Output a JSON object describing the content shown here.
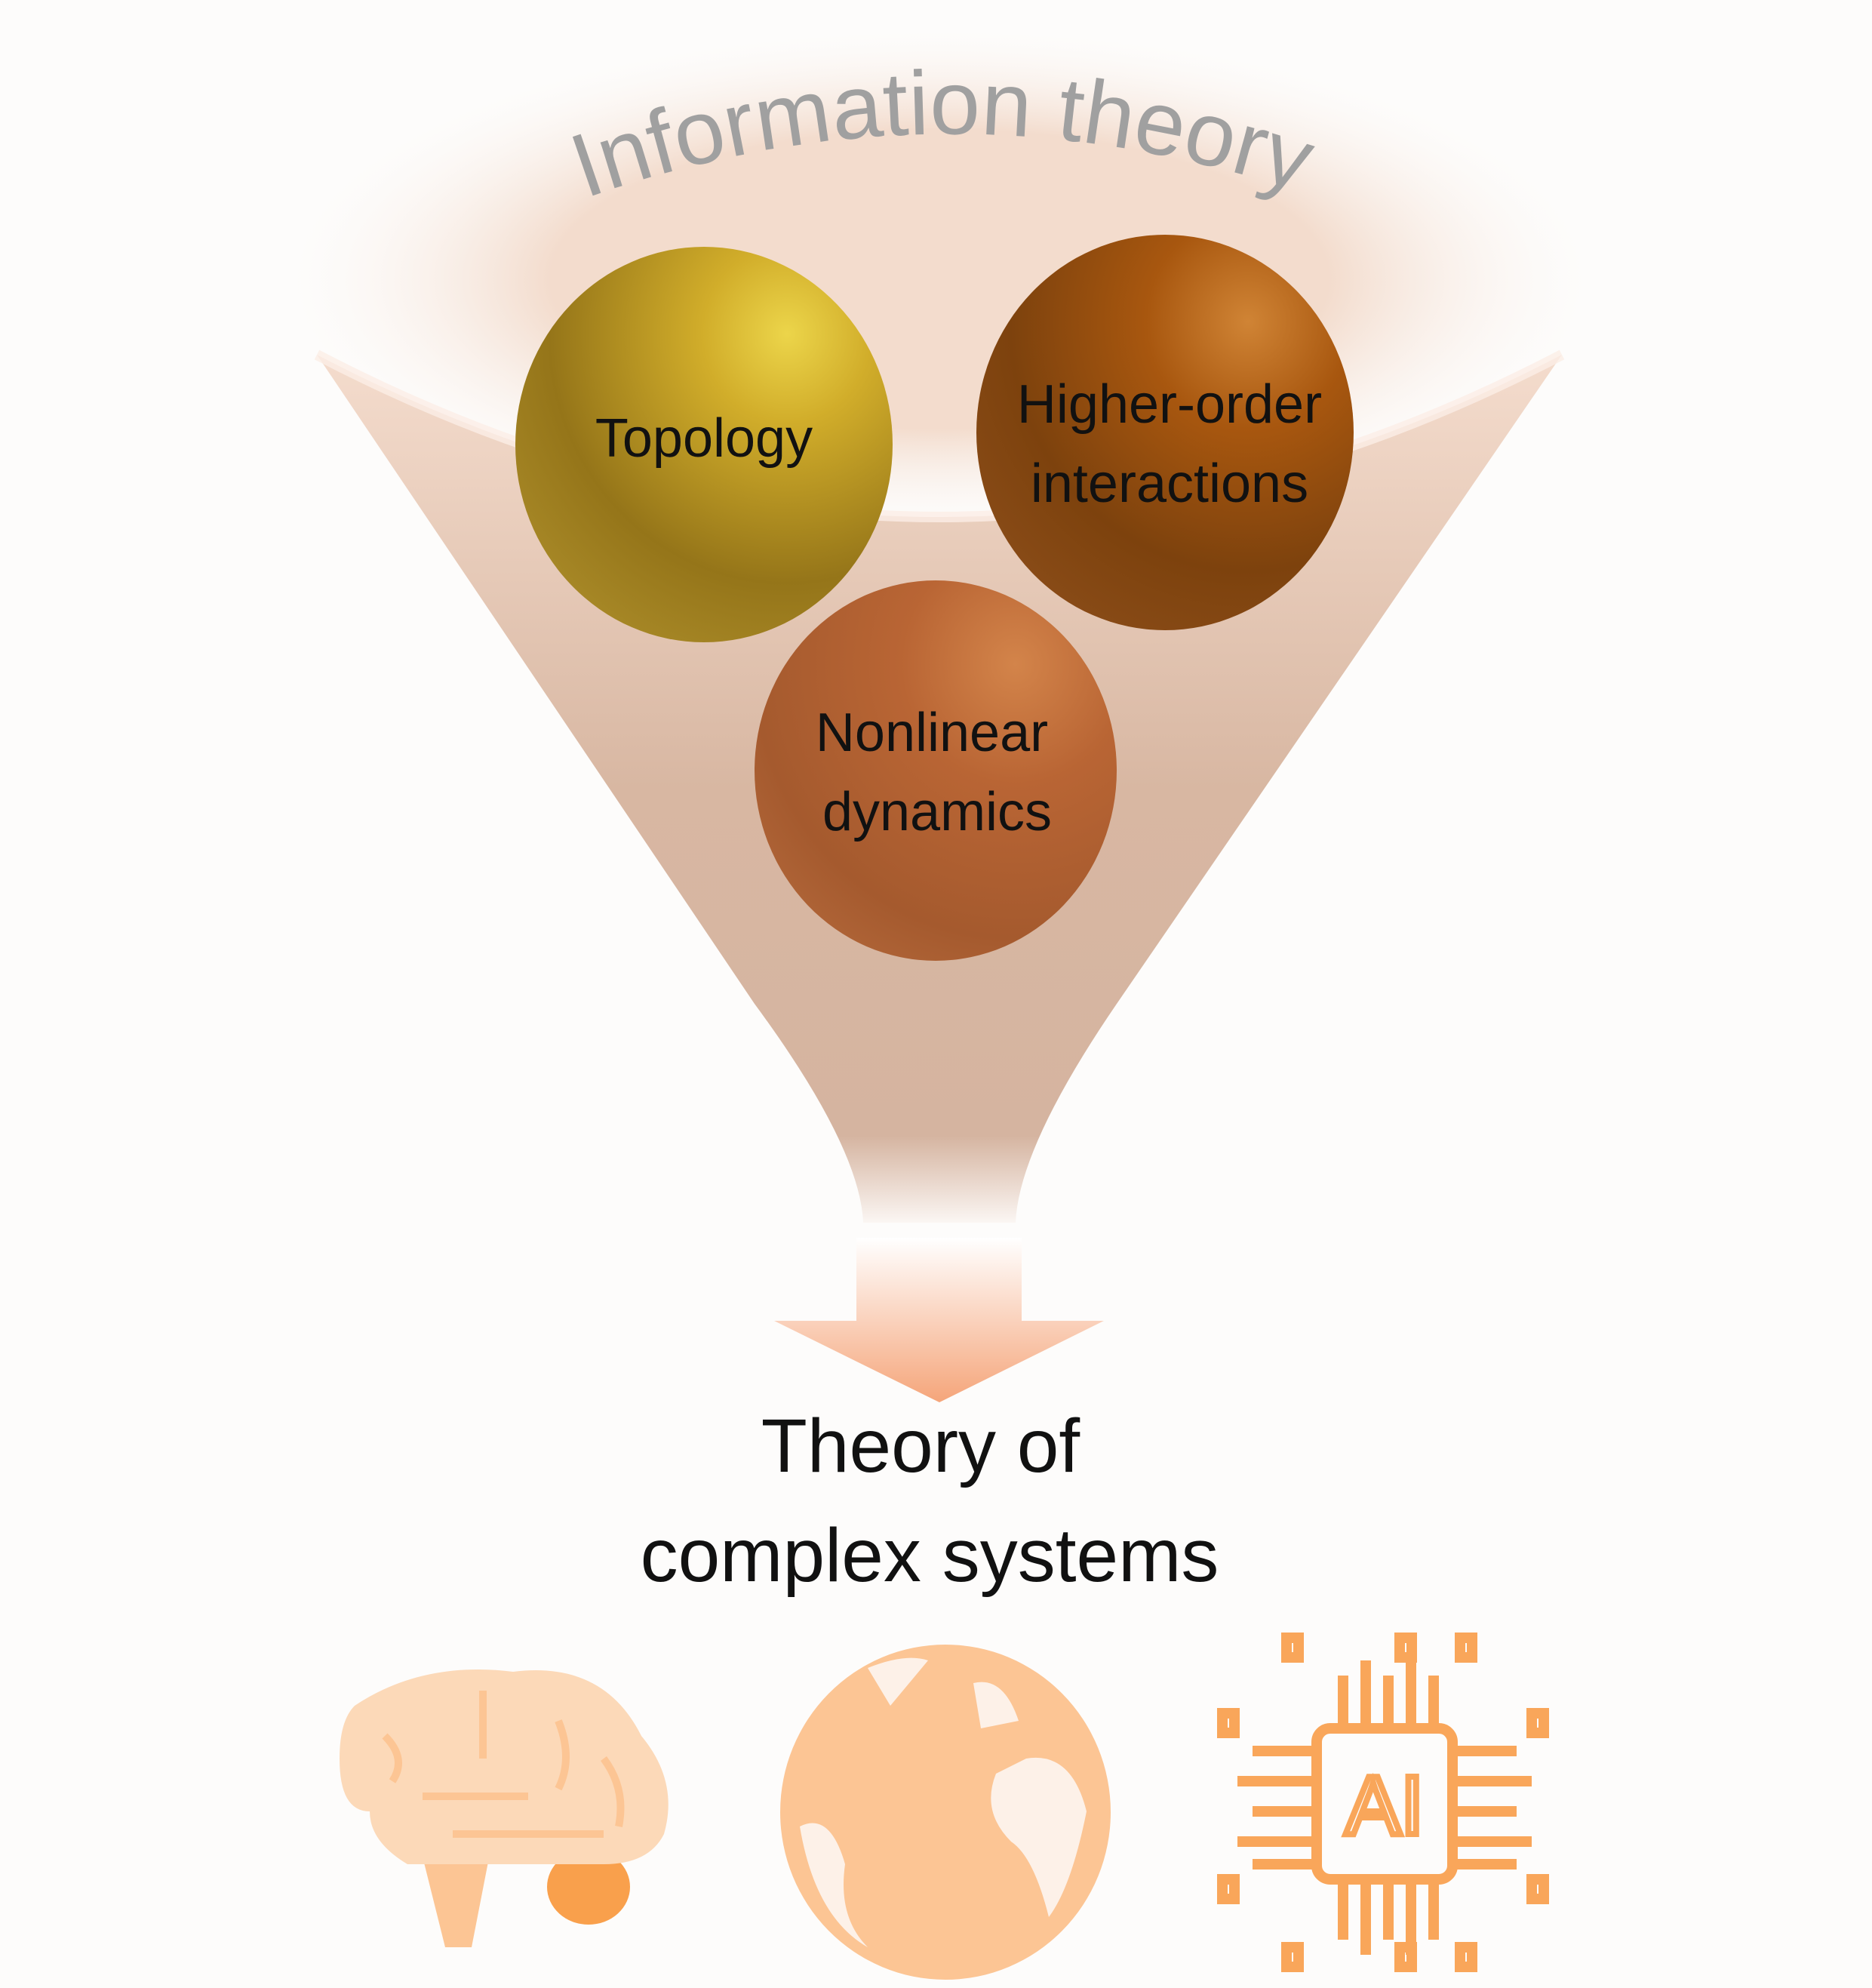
{
  "funnel": {
    "title": "Information theory",
    "title_color": "#a0a0a0",
    "color": "#d9b6a0"
  },
  "spheres": [
    {
      "lines": [
        "Topology"
      ],
      "color": "#b89520"
    },
    {
      "lines": [
        "Higher-order",
        "interactions"
      ],
      "color": "#9a4f10"
    },
    {
      "lines": [
        "Nonlinear",
        "dynamics"
      ],
      "color": "#b8622e"
    }
  ],
  "result": {
    "line1": "Theory of",
    "line2": "complex systems"
  },
  "arrow": {
    "color": "#f5a57a"
  },
  "icons": [
    {
      "name": "brain-icon",
      "color": "#fcd2ab"
    },
    {
      "name": "globe-icon",
      "color": "#fcc594"
    },
    {
      "name": "ai-chip-icon",
      "color": "#f9a65a",
      "label": "AI"
    }
  ]
}
